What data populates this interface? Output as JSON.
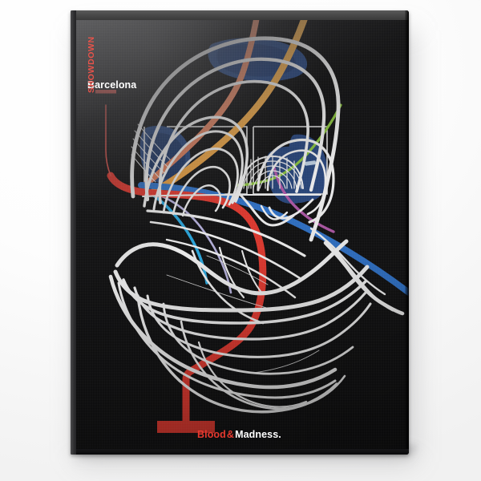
{
  "scene": {
    "kind": "book-cover-photograph",
    "background_color": "#f7f7f7"
  },
  "book": {
    "cover_color": "#101011",
    "material": "black linen cloth hardcover"
  },
  "cover": {
    "city_label": "Barcelona",
    "series_label": "SHOWDOWN",
    "footer": {
      "word1": "Blood",
      "amp": "&",
      "word2": "Madness."
    }
  },
  "colors": {
    "red": "#e5392f",
    "marker_red": "#e8534a",
    "orange": "#f0a848",
    "salmon": "#e8916d",
    "green": "#8cc63e",
    "blue": "#2f72c8",
    "cyan": "#2aaae2",
    "purple": "#b058a8",
    "lavender": "#b9b4e0",
    "white": "#ffffff",
    "deep_blue_fill": "#2b4a86"
  },
  "artwork": {
    "title": "abstract helmeted head formed from white contour lines with transit-map lines",
    "line_count_white": 40,
    "transit_lines": [
      {
        "name": "orange-line",
        "color": "#f0a848"
      },
      {
        "name": "salmon-line",
        "color": "#e8916d"
      },
      {
        "name": "green-line",
        "color": "#8cc63e"
      },
      {
        "name": "blue-line",
        "color": "#2f72c8"
      },
      {
        "name": "red-line",
        "color": "#e5392f"
      },
      {
        "name": "cyan-line",
        "color": "#2aaae2"
      },
      {
        "name": "purple-line",
        "color": "#b058a8"
      },
      {
        "name": "lavender-line",
        "color": "#b9b4e0"
      }
    ]
  }
}
